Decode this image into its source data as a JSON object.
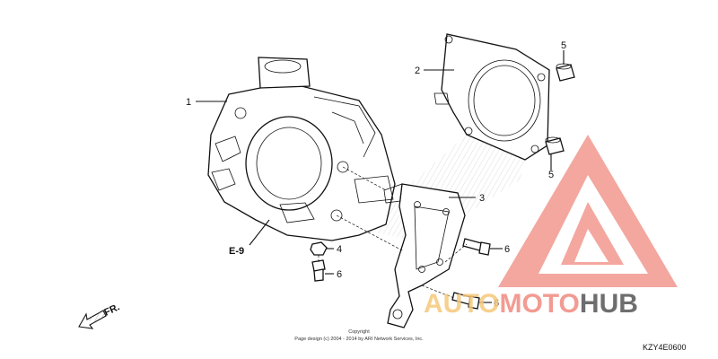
{
  "callouts": {
    "c1": "1",
    "c2": "2",
    "c3": "3",
    "c4": "4",
    "c5a": "5",
    "c5b": "5",
    "c6a": "6",
    "c6b": "6",
    "c6c": "6"
  },
  "reference": "E-9",
  "direction": "FR.",
  "copyright": {
    "line1": "Copyright",
    "line2": "Page design (c) 2004 - 2014 by ARI Network Services, Inc."
  },
  "diagram_code": "KZY4E0600",
  "watermark": {
    "part1": "AUTO",
    "part2": "MOTO",
    "part3": "HUB",
    "color1": "#f6c87a",
    "color2": "#f08a80",
    "color3": "#555555"
  }
}
